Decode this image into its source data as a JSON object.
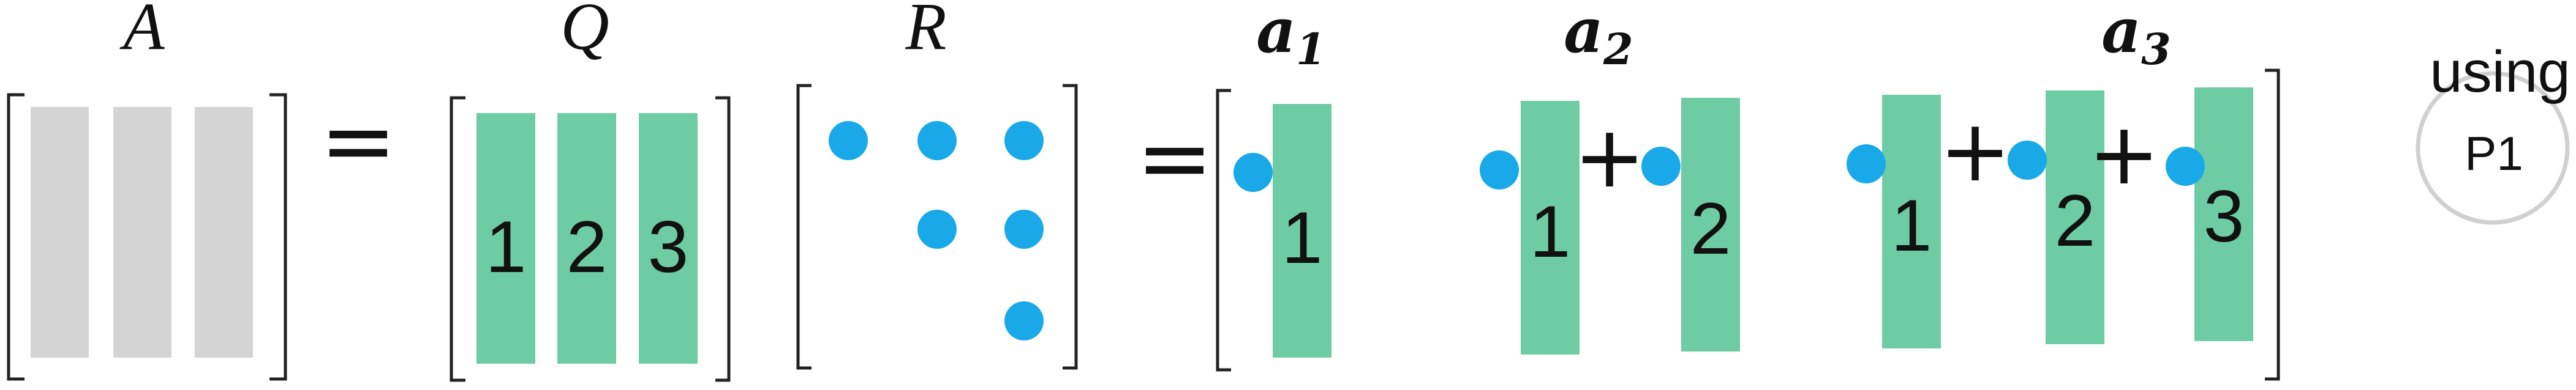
{
  "labels": {
    "A": "A",
    "Q": "Q",
    "R": "R",
    "a1": "a",
    "a1_sub": "1",
    "a2": "a",
    "a2_sub": "2",
    "a3": "a",
    "a3_sub": "3"
  },
  "operators": {
    "equals_1": "=",
    "equals_2": "=",
    "plus_1": "+",
    "plus_2": "+",
    "plus_3": "+"
  },
  "q_columns": [
    "1",
    "2",
    "3"
  ],
  "a1_terms": [
    "1"
  ],
  "a2_terms": [
    "1",
    "2"
  ],
  "a3_terms": [
    "1",
    "2",
    "3"
  ],
  "badge": {
    "top_text": "using",
    "inner_text": "P1"
  },
  "colors": {
    "gray_column": "#d4d4d4",
    "green_column": "#6dcca3",
    "blue_dot": "#1aa9e8",
    "bracket": "#222222",
    "text": "#111111",
    "badge_circle": "#d0d0d0"
  }
}
